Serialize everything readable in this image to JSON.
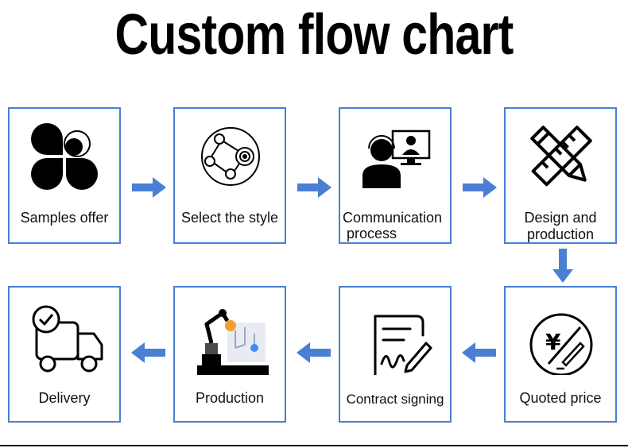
{
  "title": "Custom flow chart",
  "colors": {
    "border": "#4a7fd4",
    "arrow": "#4a7fd4",
    "icon": "#000000",
    "accent_orange": "#f0a030",
    "accent_blue": "#3b8ff0"
  },
  "steps": [
    {
      "label": "Samples offer",
      "icon": "clover-icon"
    },
    {
      "label": "Select the style",
      "icon": "network-node-icon"
    },
    {
      "label": "Communication process",
      "icon": "video-call-icon"
    },
    {
      "label": "Design and production",
      "icon": "pencil-ruler-icon"
    },
    {
      "label": "Quoted price",
      "icon": "yen-price-icon"
    },
    {
      "label": "Contract signing",
      "icon": "contract-sign-icon"
    },
    {
      "label": "Production",
      "icon": "robot-arm-icon"
    },
    {
      "label": "Delivery",
      "icon": "delivery-truck-icon"
    }
  ],
  "step_labels": {
    "s1": "Samples offer",
    "s2": "Select the style",
    "s3a": "Communication",
    "s3b": "process",
    "s4a": "Design and",
    "s4b": "production",
    "s5": "Quoted price",
    "s6": "Contract signing",
    "s7": "Production",
    "s8": "Delivery"
  }
}
